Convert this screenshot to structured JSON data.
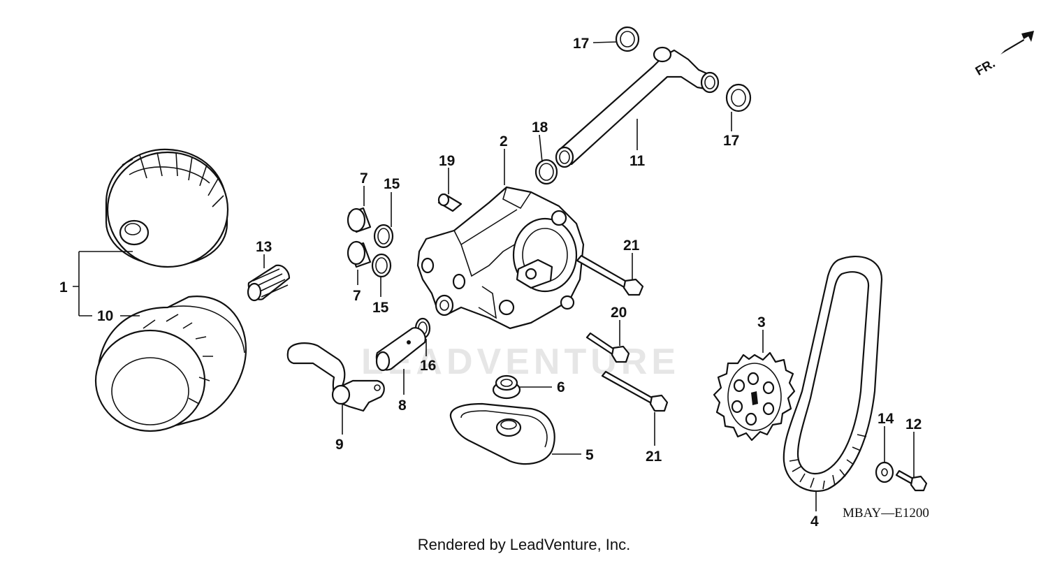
{
  "diagram": {
    "watermark": "LEADVENTURE",
    "part_code": "MBAY—E1200",
    "footer": "Rendered by LeadVenture, Inc.",
    "direction_marker": "FR.",
    "callouts": {
      "c1": "1",
      "c10": "10",
      "c13": "13",
      "c7a": "7",
      "c7b": "7",
      "c15a": "15",
      "c15b": "15",
      "c19": "19",
      "c2": "2",
      "c18": "18",
      "c11": "11",
      "c17a": "17",
      "c17b": "17",
      "c21a": "21",
      "c21b": "21",
      "c20": "20",
      "c16": "16",
      "c8": "8",
      "c9": "9",
      "c6": "6",
      "c5": "5",
      "c3": "3",
      "c4": "4",
      "c14": "14",
      "c12": "12"
    }
  }
}
